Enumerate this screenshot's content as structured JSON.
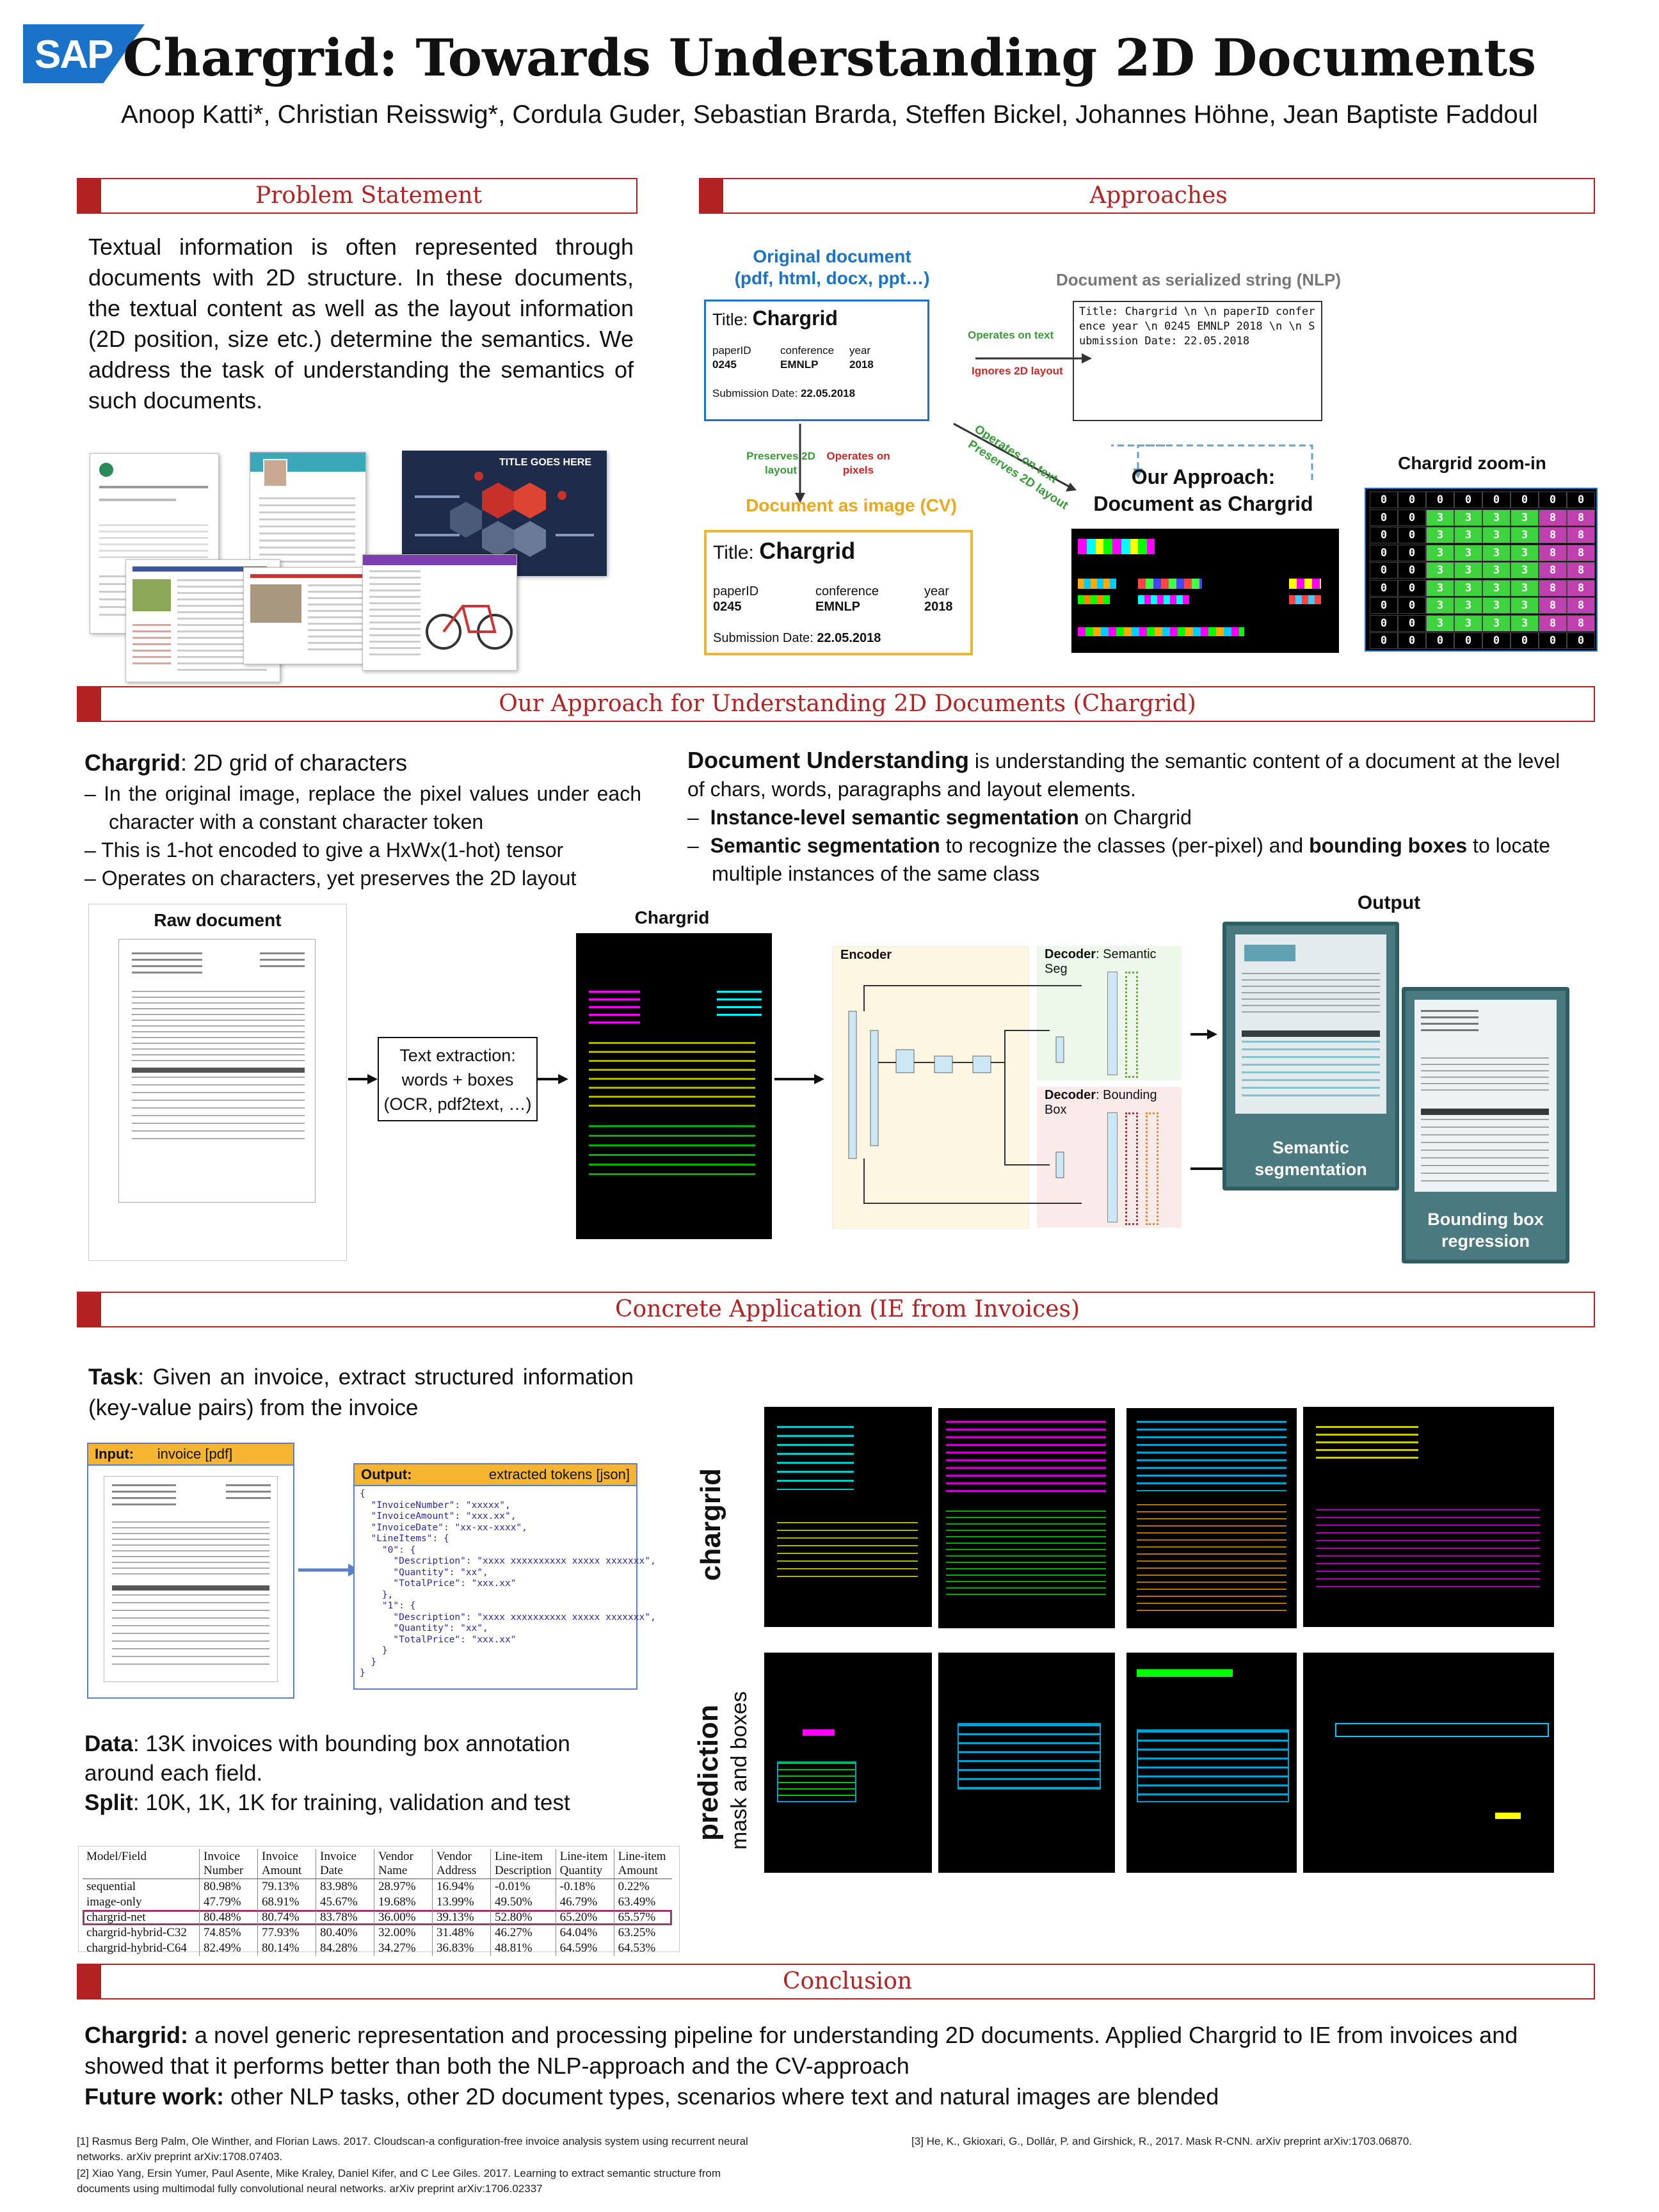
{
  "header": {
    "logo": "SAP",
    "title": "Chargrid: Towards Understanding 2D Documents",
    "authors": "Anoop Katti*, Christian Reisswig*, Cordula Guder, Sebastian Brarda, Steffen Bickel, Johannes Höhne, Jean Baptiste Faddoul",
    "brand_color": "#1a73c8",
    "accent_color": "#b22222"
  },
  "problem": {
    "heading": "Problem Statement",
    "text": "Textual information is often represented through documents with 2D structure. In these documents, the textual content as well as the layout information (2D position, size etc.) determine the semantics. We address the task of understanding the semantics of such documents.",
    "slide_title": "TITLE GOES HERE"
  },
  "approaches": {
    "heading": "Approaches",
    "original_doc_label": "Original document",
    "original_doc_formats": "(pdf, html, docx, ppt…)",
    "doc_title_label": "Title:",
    "doc_title": "Chargrid",
    "paperid_label": "paperID",
    "paperid": "0245",
    "conference_label": "conference",
    "conference": "EMNLP",
    "year_label": "year",
    "year": "2018",
    "submission_label": "Submission Date:",
    "submission_date": "22.05.2018",
    "operates_on_text": "Operates on text",
    "ignores_2d": "Ignores 2D layout",
    "nlp_label": "Document as serialized string (NLP)",
    "nlp_string": "Title: Chargrid \\n \\n paperID conference year \\n 0245 EMNLP  2018 \\n \\n Submission Date: 22.05.2018",
    "preserves_2d": "Preserves 2D layout",
    "operates_on_pixels": "Operates on pixels",
    "cv_label": "Document as image (CV)",
    "diag_operates": "Operates on text",
    "diag_preserves": "Preserves 2D layout",
    "our_approach_1": "Our Approach:",
    "our_approach_2": "Document as Chargrid",
    "zoom_label": "Chargrid zoom-in",
    "zoom_grid": [
      [
        "0",
        "0",
        "0",
        "0",
        "0",
        "0",
        "0",
        "0"
      ],
      [
        "0",
        "0",
        "3",
        "3",
        "3",
        "3",
        "8",
        "8"
      ],
      [
        "0",
        "0",
        "3",
        "3",
        "3",
        "3",
        "8",
        "8"
      ],
      [
        "0",
        "0",
        "3",
        "3",
        "3",
        "3",
        "8",
        "8"
      ],
      [
        "0",
        "0",
        "3",
        "3",
        "3",
        "3",
        "8",
        "8"
      ],
      [
        "0",
        "0",
        "3",
        "3",
        "3",
        "3",
        "8",
        "8"
      ],
      [
        "0",
        "0",
        "3",
        "3",
        "3",
        "3",
        "8",
        "8"
      ],
      [
        "0",
        "0",
        "3",
        "3",
        "3",
        "3",
        "8",
        "8"
      ],
      [
        "0",
        "0",
        "0",
        "0",
        "0",
        "0",
        "0",
        "0"
      ]
    ]
  },
  "our_approach": {
    "heading": "Our Approach for Understanding 2D Documents (Chargrid)",
    "chargrid_bold": "Chargrid",
    "chargrid_def": ": 2D grid of characters",
    "bullets_left": [
      "In the original image, replace the pixel values under each character with a constant character token",
      "This is 1-hot encoded to give a HxWx(1-hot) tensor",
      "Operates on characters, yet preserves the 2D layout"
    ],
    "du_bold": "Document Understanding",
    "du_text": " is understanding the semantic content of a document at the level of chars, words, paragraphs and layout elements.",
    "b1_bold": "Instance-level semantic segmentation",
    "b1_text": " on Chargrid",
    "b2_bold": "Semantic segmentation",
    "b2_mid": " to recognize the classes (per-pixel) and ",
    "b2_bold2": "bounding boxes",
    "b2_end": " to locate multiple instances of the same class",
    "raw_doc": "Raw document",
    "chargrid_title": "Chargrid",
    "extraction_1": "Text extraction:",
    "extraction_2": "words + boxes",
    "extraction_3": "(OCR, pdf2text, …)",
    "output": "Output",
    "encoder": "Encoder",
    "decoder_seg_bold": "Decoder",
    "decoder_seg": ": Semantic Seg",
    "decoder_box_bold": "Decoder",
    "decoder_box": ": Bounding Box",
    "sem_seg_1": "Semantic",
    "sem_seg_2": "segmentation",
    "bbox_1": "Bounding box",
    "bbox_2": "regression"
  },
  "application": {
    "heading": "Concrete Application (IE from Invoices)",
    "task_bold": "Task",
    "task_text": ": Given an invoice, extract structured information (key-value pairs) from the invoice",
    "input_label": "Input:",
    "input_type": "invoice  [pdf]",
    "output_label": "Output:",
    "output_type": "extracted tokens [json]",
    "json_lines": [
      "{",
      "  \"InvoiceNumber\": \"xxxxx\",",
      "  \"InvoiceAmount\": \"xxx.xx\",",
      "  \"InvoiceDate\": \"xx-xx-xxxx\",",
      "  \"LineItems\": {",
      "    \"0\": {",
      "      \"Description\": \"xxxx xxxxxxxxxx xxxxx xxxxxxx\",",
      "      \"Quantity\": \"xx\",",
      "      \"TotalPrice\": \"xxx.xx\"",
      "    },",
      "    \"1\": {",
      "      \"Description\": \"xxxx xxxxxxxxxx xxxxx xxxxxxx\",",
      "      \"Quantity\": \"xx\",",
      "      \"TotalPrice\": \"xxx.xx\"",
      "    }",
      "  }",
      "}"
    ],
    "data_bold": "Data",
    "data_text": ": 13K invoices with bounding box annotation around each field.",
    "split_bold": "Split",
    "split_text": ": 10K, 1K, 1K for training, validation and test",
    "side_chargrid": "chargrid",
    "side_prediction": "prediction",
    "side_mask": "mask and boxes",
    "table": {
      "headers": [
        "Model/Field",
        "Invoice Number",
        "Invoice Amount",
        "Invoice Date",
        "Vendor Name",
        "Vendor Address",
        "Line-item Description",
        "Line-item Quantity",
        "Line-item Amount"
      ],
      "rows": [
        [
          "sequential",
          "80.98%",
          "79.13%",
          "83.98%",
          "28.97%",
          "16.94%",
          "-0.01%",
          "-0.18%",
          "0.22%"
        ],
        [
          "image-only",
          "47.79%",
          "68.91%",
          "45.67%",
          "19.68%",
          "13.99%",
          "49.50%",
          "46.79%",
          "63.49%"
        ],
        [
          "chargrid-net",
          "80.48%",
          "80.74%",
          "83.78%",
          "36.00%",
          "39.13%",
          "52.80%",
          "65.20%",
          "65.57%"
        ],
        [
          "chargrid-hybrid-C32",
          "74.85%",
          "77.93%",
          "80.40%",
          "32.00%",
          "31.48%",
          "46.27%",
          "64.04%",
          "63.25%"
        ],
        [
          "chargrid-hybrid-C64",
          "82.49%",
          "80.14%",
          "84.28%",
          "34.27%",
          "36.83%",
          "48.81%",
          "64.59%",
          "64.53%"
        ]
      ]
    }
  },
  "conclusion": {
    "heading": "Conclusion",
    "c1_bold": "Chargrid:",
    "c1_text": " a novel generic representation and processing pipeline for understanding 2D documents. Applied Chargrid to IE from invoices and showed that it performs better than both the NLP-approach and the CV-approach",
    "c2_bold": "Future work:",
    "c2_text": " other NLP tasks, other 2D document types, scenarios where text and natural images are blended"
  },
  "references": {
    "r1": "[1] Rasmus Berg Palm, Ole Winther, and Florian Laws. 2017. Cloudscan-a configuration-free invoice analysis system using recurrent neural networks. arXiv preprint arXiv:1708.07403.",
    "r2": "[2] Xiao Yang, Ersin Yumer, Paul Asente, Mike Kraley, Daniel Kifer, and C Lee Giles. 2017. Learning to extract semantic structure from documents using multimodal fully convolutional neural networks. arXiv preprint arXiv:1706.02337",
    "r3": "[3] He, K., Gkioxari, G., Dollár, P. and Girshick, R., 2017. Mask R-CNN. arXiv preprint arXiv:1703.06870."
  }
}
